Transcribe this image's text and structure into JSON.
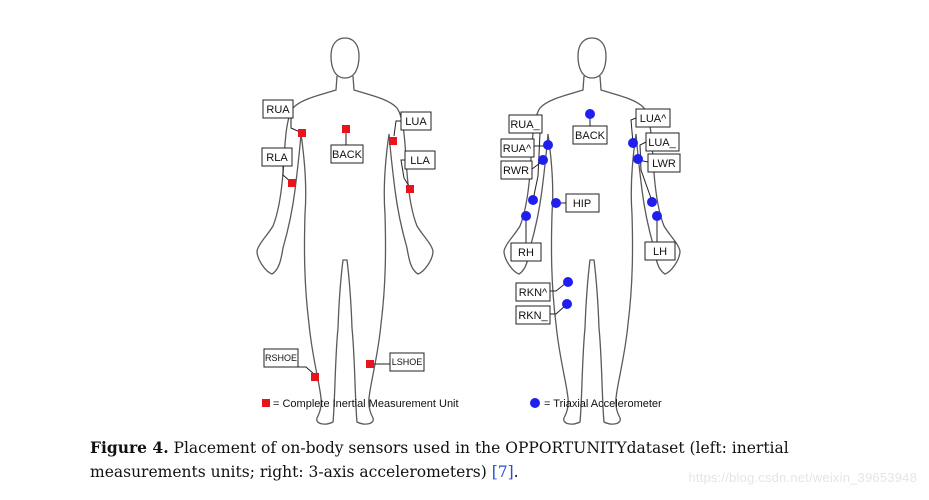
{
  "diagram": {
    "left_labels": [
      "RUA",
      "RLA",
      "BACK",
      "LUA",
      "LLA",
      "RSHOE",
      "LSHOE"
    ],
    "right_labels": [
      "RUA_",
      "RUA^",
      "RWR",
      "BACK",
      "HIP",
      "LUA^",
      "LUA_",
      "LWR",
      "RH",
      "LH",
      "RKN^",
      "RKN_"
    ],
    "legend_imu": "= Complete Inertial Measurement Unit",
    "legend_acc": "= Triaxial Accelerometer",
    "colors": {
      "imu": "#e8141b",
      "accelerometer": "#1f1ff0",
      "outline": "#5a5a5a"
    }
  },
  "caption": {
    "label": "Figure 4.",
    "text": " Placement of on-body sensors used in the OPPORTUNITYdataset (left: inertial measurements units; right: 3-axis accelerometers) ",
    "ref": "[7]",
    "end": "."
  },
  "watermark": "https://blog.csdn.net/weixin_39653948"
}
